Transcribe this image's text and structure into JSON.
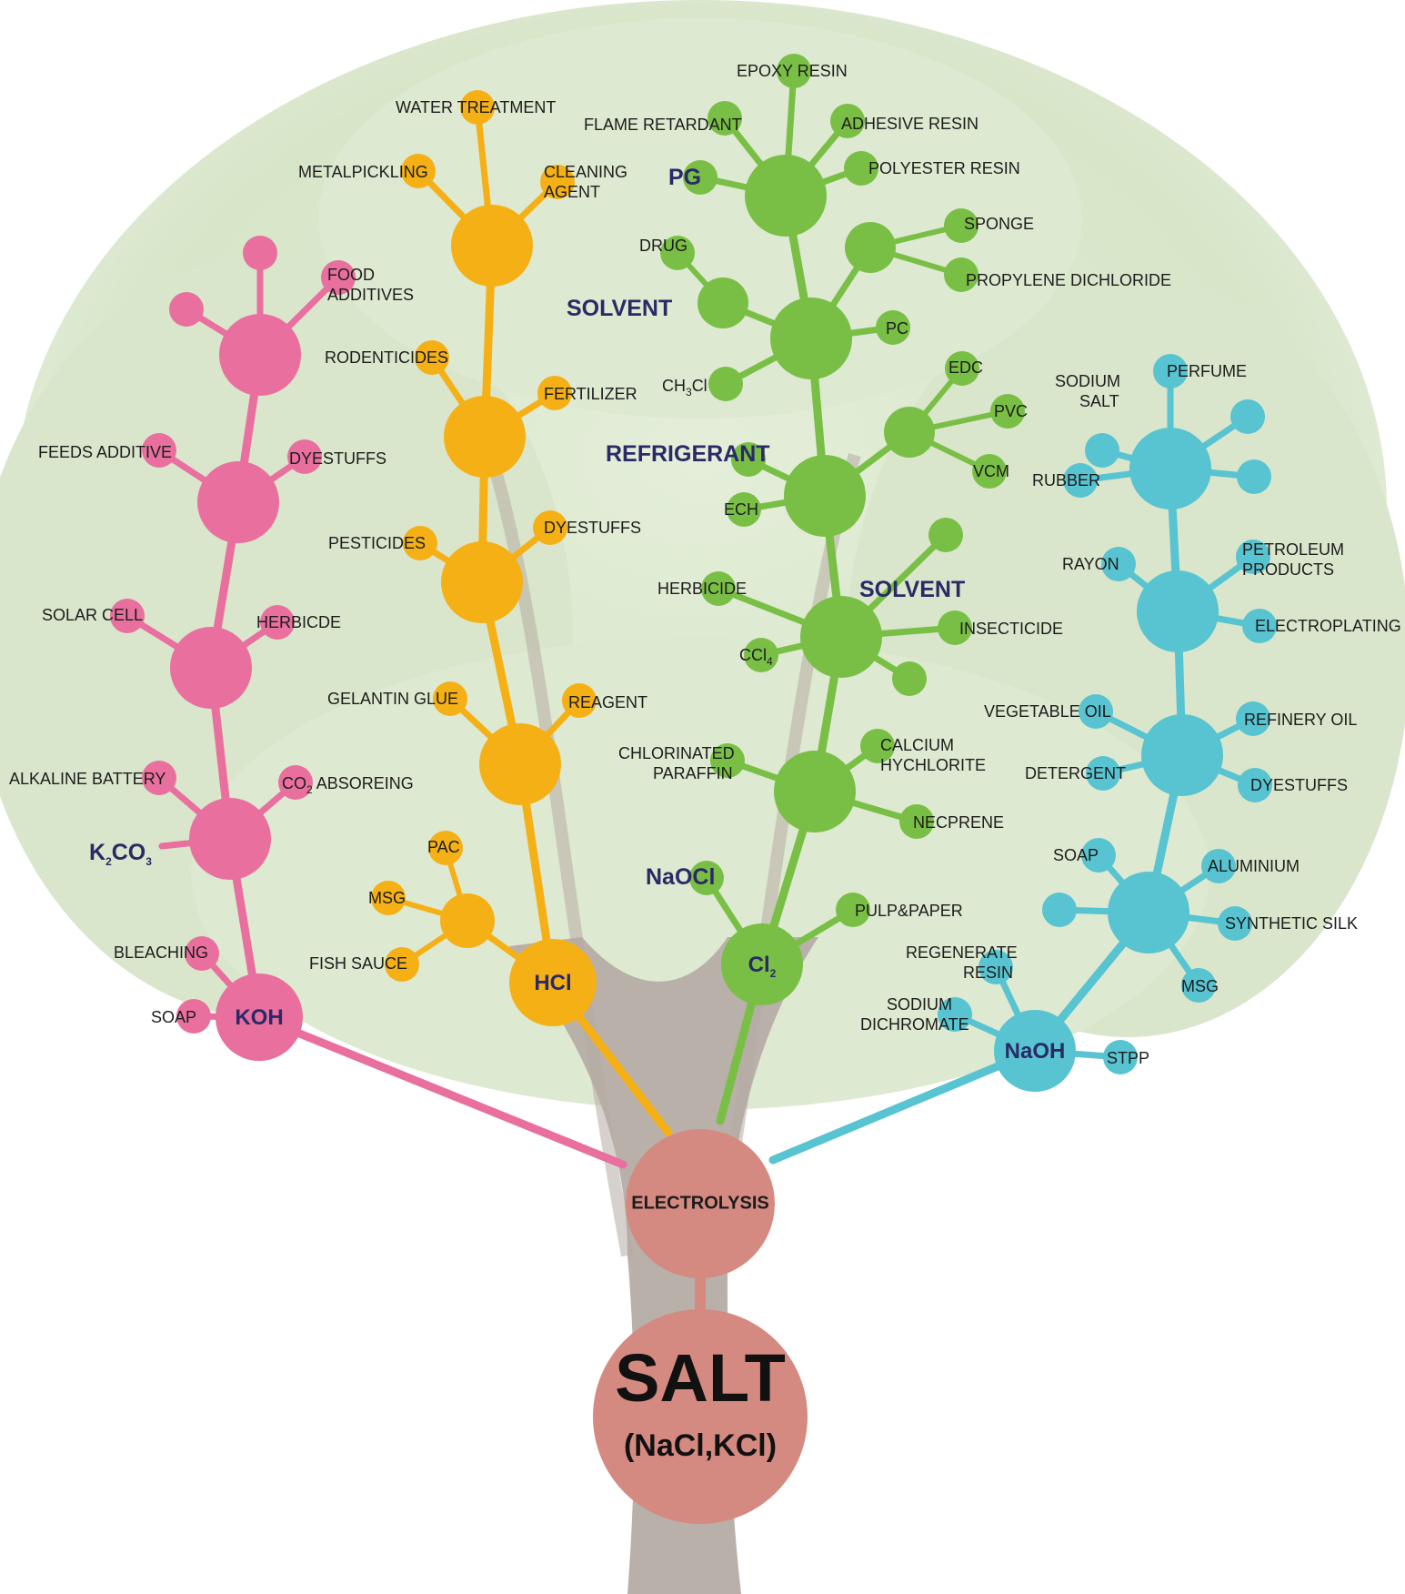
{
  "colors": {
    "pink": "#e96f9f",
    "orange": "#f5b016",
    "green": "#79bf45",
    "cyan": "#58c3d1",
    "root": "#d48a80",
    "trunk": "#b9b0aa",
    "foliage": "#dbe8cf"
  },
  "root": {
    "salt_title": "SALT",
    "salt_formula": "(NaCl,KCl)",
    "electrolysis": "ELECTROLYSIS"
  },
  "pink_branch": {
    "node": "KOH",
    "labels": {
      "soap": "SOAP",
      "bleaching": "BLEACHING",
      "k2co3_main": "K",
      "k2co3_sub1": "2",
      "k2co3_mid": "CO",
      "k2co3_sub2": "3",
      "alkaline_battery": "ALKALINE BATTERY",
      "co2_main": "CO",
      "co2_sub": "2",
      "co2_rest": " ABSOREING",
      "solar_cell": "SOLAR CELL",
      "herbicide": "HERBICDE",
      "feeds_additive": "FEEDS ADDITIVE",
      "dyestuffs": "DYESTUFFS",
      "food_additives_1": "FOOD",
      "food_additives_2": "ADDITIVES"
    }
  },
  "orange_branch": {
    "node": "HCl",
    "labels": {
      "fish_sauce": "FISH SAUCE",
      "msg": "MSG",
      "pac": "PAC",
      "gelantin_glue": "GELANTIN GLUE",
      "reagent": "REAGENT",
      "pesticides": "PESTICIDES",
      "dyestuffs": "DYESTUFFS",
      "rodenticides": "RODENTICIDES",
      "fertilizer": "FERTILIZER",
      "metalpickling": "METALPICKLING",
      "cleaning_agent_1": "CLEANING",
      "cleaning_agent_2": "AGENT",
      "water_treatment": "WATER TREATMENT"
    }
  },
  "green_branch": {
    "node_main": "Cl",
    "node_sub": "2",
    "labels": {
      "naocl": "NaOCl",
      "pulp_paper": "PULP&PAPER",
      "chlorinated_paraffin_1": "CHLORINATED",
      "chlorinated_paraffin_2": "PARAFFIN",
      "calcium_hychlorite_1": "CALCIUM",
      "calcium_hychlorite_2": "HYCHLORITE",
      "necprene": "NECPRENE",
      "herbicide": "HERBICIDE",
      "ccl4_main": "CCl",
      "ccl4_sub": "4",
      "solvent_mid": "SOLVENT",
      "insecticide": "INSECTICIDE",
      "refrigerant": "REFRIGERANT",
      "ech": "ECH",
      "edc": "EDC",
      "pvc": "PVC",
      "vcm": "VCM",
      "solvent_top": "SOLVENT",
      "drug": "DRUG",
      "ch3cl_main": "CH",
      "ch3cl_sub": "3",
      "ch3cl_rest": "Cl",
      "pc": "PC",
      "sponge": "SPONGE",
      "propylene_dichloride": "PROPYLENE DICHLORIDE",
      "pg": "PG",
      "flame_retardant": "FLAME RETARDANT",
      "epoxy_resin": "EPOXY RESIN",
      "adhesive_resin": "ADHESIVE RESIN",
      "polyester_resin": "POLYESTER RESIN"
    }
  },
  "cyan_branch": {
    "node": "NaOH",
    "labels": {
      "stpp": "STPP",
      "sodium_dichromate_1": "SODIUM",
      "sodium_dichromate_2": "DICHROMATE",
      "regenerate_resin_1": "REGENERATE",
      "regenerate_resin_2": "RESIN",
      "msg": "MSG",
      "synthetic_silk": "SYNTHETIC SILK",
      "aluminium": "ALUMINIUM",
      "soap": "SOAP",
      "detergent": "DETERGENT",
      "vegetable_oil": "VEGETABLE OIL",
      "refinery_oil": "REFINERY OIL",
      "dyestuffs": "DYESTUFFS",
      "rayon": "RAYON",
      "petroleum_products_1": "PETROLEUM",
      "petroleum_products_2": "PRODUCTS",
      "electroplating": "ELECTROPLATING",
      "rubber": "RUBBER",
      "sodium_salt_1": "SODIUM",
      "sodium_salt_2": "SALT",
      "perfume": "PERFUME"
    }
  }
}
